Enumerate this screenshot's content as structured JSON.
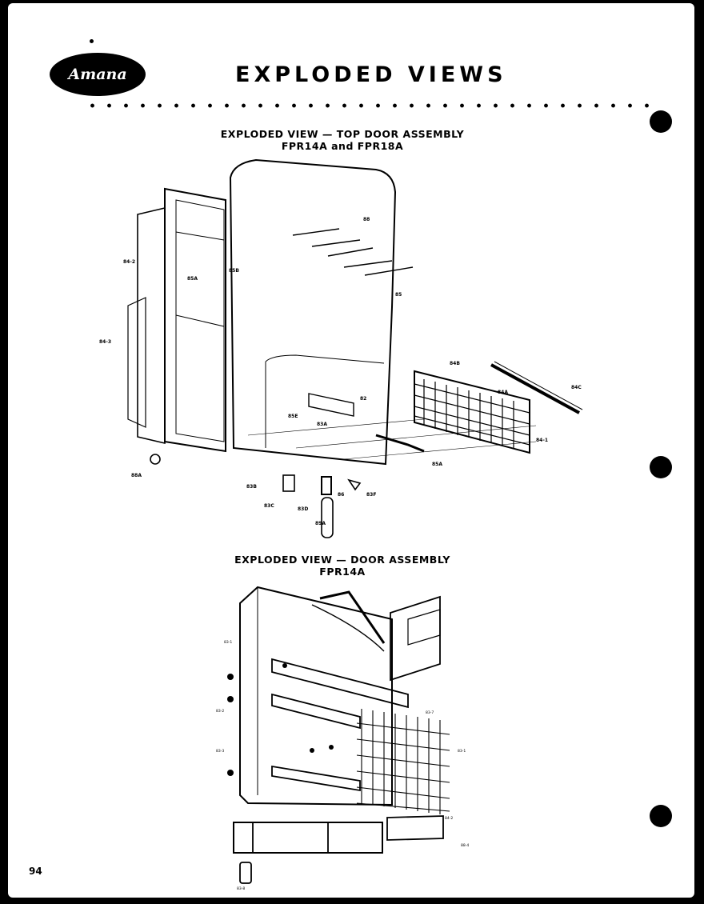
{
  "header": {
    "logo": "Amana",
    "title": "EXPLODED VIEWS"
  },
  "sections": [
    {
      "heading": "EXPLODED VIEW — TOP DOOR ASSEMBLY",
      "models": "FPR14A and FPR18A"
    },
    {
      "heading": "EXPLODED VIEW — DOOR ASSEMBLY",
      "models": "FPR14A"
    }
  ],
  "parts_top": [
    "84-2",
    "84-3",
    "85A",
    "85B",
    "88",
    "85",
    "82",
    "85E",
    "83A",
    "85A",
    "84-1",
    "84B",
    "84A",
    "84C",
    "88A",
    "83B",
    "83C",
    "83D",
    "86",
    "83F",
    "89A"
  ],
  "parts_door": [
    "83-1",
    "83-2",
    "83-3",
    "83-7",
    "83-1",
    "84-2",
    "88-4",
    "83-8"
  ],
  "footer": {
    "page_number": "94"
  }
}
